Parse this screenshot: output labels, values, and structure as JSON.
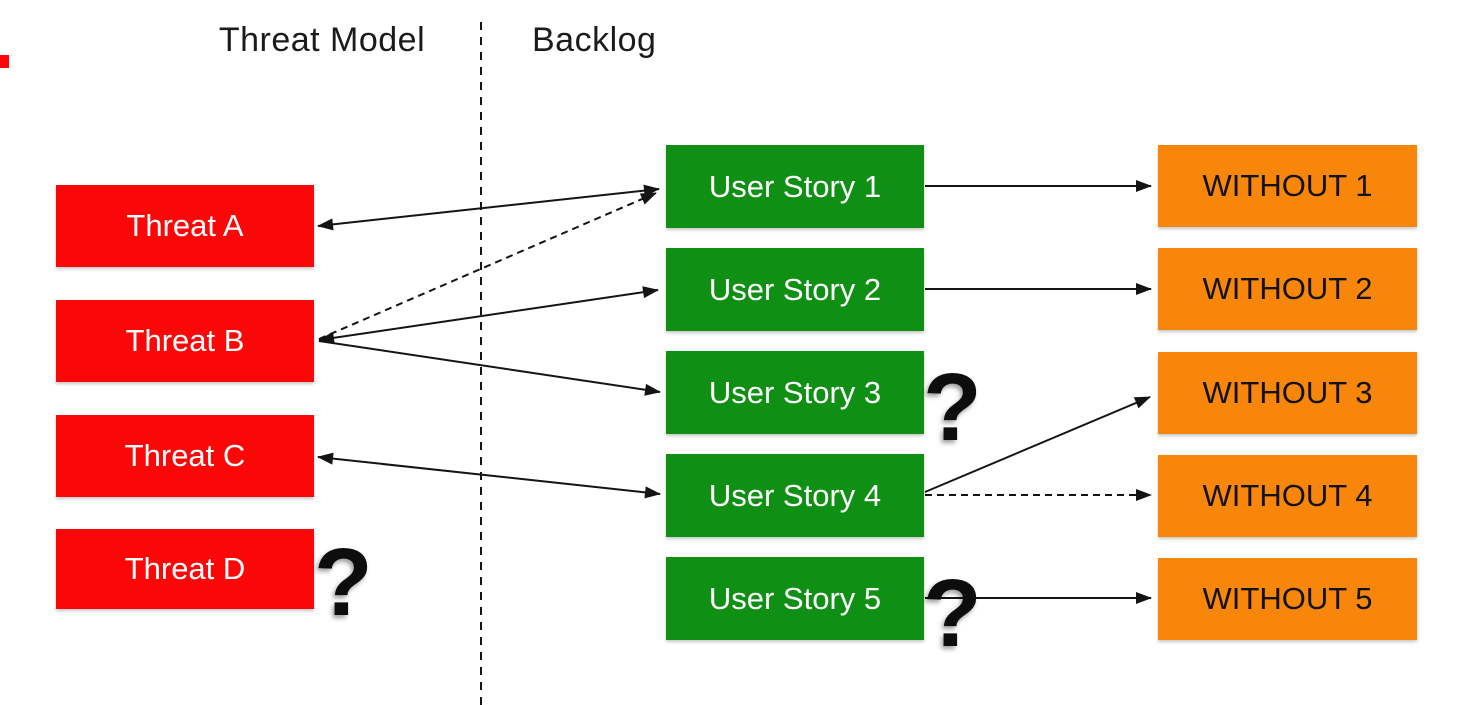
{
  "headers": {
    "threat_model": "Threat Model",
    "backlog": "Backlog"
  },
  "question_mark_glyph": "?",
  "colors": {
    "threat_red": "#fb0707",
    "story_green": "#0f9014",
    "without_orange": "#f8860b",
    "connector_black": "#141414"
  },
  "threat_column": {
    "items": [
      {
        "label": "Threat A",
        "has_question_mark": false
      },
      {
        "label": "Threat B",
        "has_question_mark": false
      },
      {
        "label": "Threat C",
        "has_question_mark": false
      },
      {
        "label": "Threat D",
        "has_question_mark": true
      }
    ]
  },
  "backlog_column": {
    "items": [
      {
        "label": "User Story 1",
        "has_question_mark": false
      },
      {
        "label": "User Story 2",
        "has_question_mark": false
      },
      {
        "label": "User Story 3",
        "has_question_mark": true
      },
      {
        "label": "User Story 4",
        "has_question_mark": false
      },
      {
        "label": "User Story 5",
        "has_question_mark": true
      }
    ]
  },
  "without_column": {
    "items": [
      {
        "label": "WITHOUT 1"
      },
      {
        "label": "WITHOUT 2"
      },
      {
        "label": "WITHOUT 3"
      },
      {
        "label": "WITHOUT 4"
      },
      {
        "label": "WITHOUT 5"
      }
    ]
  },
  "connections": [
    {
      "from": "Threat A",
      "to": "User Story 1",
      "line": "solid",
      "arrowheads": "both"
    },
    {
      "from": "Threat B",
      "to": "User Story 1",
      "line": "dashed",
      "arrowheads": "end"
    },
    {
      "from": "Threat B",
      "to": "User Story 2",
      "line": "solid",
      "arrowheads": "both"
    },
    {
      "from": "Threat B",
      "to": "User Story 3",
      "line": "solid",
      "arrowheads": "end"
    },
    {
      "from": "Threat C",
      "to": "User Story 4",
      "line": "solid",
      "arrowheads": "both"
    },
    {
      "from": "User Story 1",
      "to": "WITHOUT 1",
      "line": "solid",
      "arrowheads": "end"
    },
    {
      "from": "User Story 2",
      "to": "WITHOUT 2",
      "line": "solid",
      "arrowheads": "end"
    },
    {
      "from": "User Story 4",
      "to": "WITHOUT 3",
      "line": "solid",
      "arrowheads": "end"
    },
    {
      "from": "User Story 4",
      "to": "WITHOUT 4",
      "line": "dashed",
      "arrowheads": "end"
    },
    {
      "from": "User Story 5",
      "to": "WITHOUT 5",
      "line": "solid",
      "arrowheads": "end"
    }
  ]
}
